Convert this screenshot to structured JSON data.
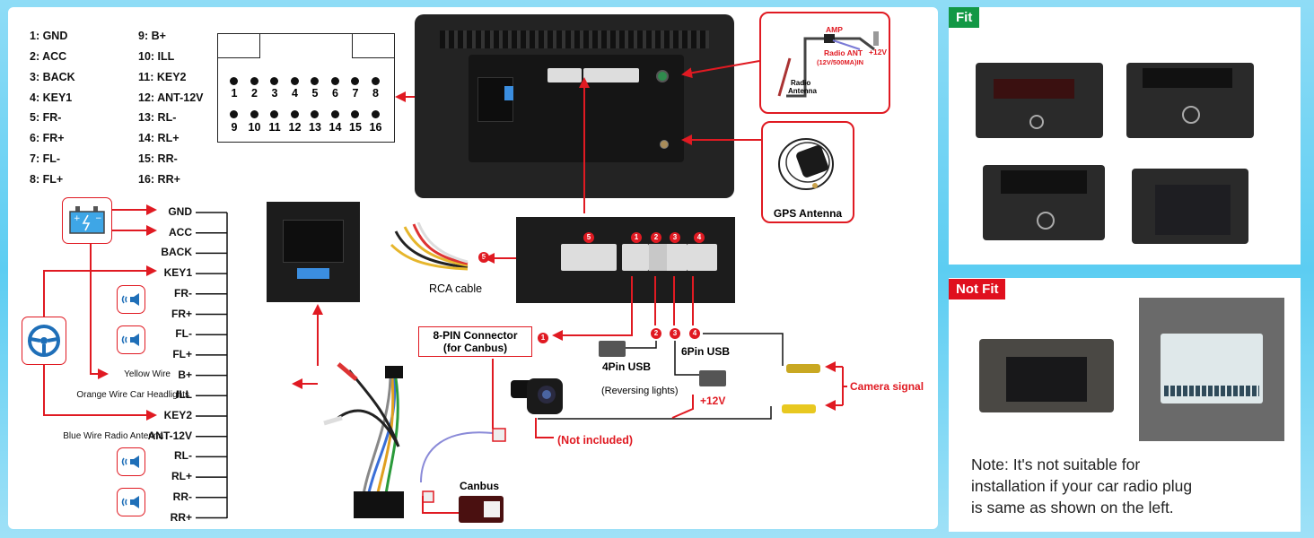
{
  "pinout": {
    "left": [
      "1:  GND",
      "2:  ACC",
      "3:  BACK",
      "4:  KEY1",
      "5:  FR-",
      "6:  FR+",
      "7:  FL-",
      "8:  FL+"
    ],
    "right": [
      "9:   B+",
      "10: ILL",
      "11: KEY2",
      "12: ANT-12V",
      "13: RL-",
      "14: RL+",
      "15: RR-",
      "16: RR+"
    ]
  },
  "connector": {
    "top_row": [
      "1",
      "2",
      "3",
      "4",
      "5",
      "6",
      "7",
      "8"
    ],
    "bottom_row": [
      "9",
      "10",
      "11",
      "12",
      "13",
      "14",
      "15",
      "16"
    ]
  },
  "wiring": {
    "labels": [
      "GND",
      "ACC",
      "BACK",
      "KEY1",
      "FR-",
      "FR+",
      "FL-",
      "FL+",
      "B+",
      "ILL",
      "KEY2",
      "ANT-12V",
      "RL-",
      "RL+",
      "RR-",
      "RR+"
    ],
    "notes": {
      "b_plus": "Yellow Wire",
      "ill": "Orange Wire Car Headlights",
      "ant": "Blue Wire Radio Antenna"
    },
    "icons": {
      "battery": "battery-icon",
      "steering": "steering-wheel-icon",
      "speaker": "speaker-icon"
    }
  },
  "callouts": {
    "radio_antenna": {
      "amp": "AMP",
      "radio_ant": "Radio ANT",
      "radio_ant_spec": "(12V/500MA)IN",
      "plus12": "+12V",
      "antenna_label_1": "Radio",
      "antenna_label_2": "Antenna"
    },
    "gps": "GPS Antenna",
    "rca": "RCA cable",
    "pin8_line1": "8-PIN Connector",
    "pin8_line2": "(for Canbus)",
    "usb4": "4Pin USB",
    "usb6": "6Pin USB",
    "reversing": "(Reversing lights)",
    "plus12v": "+12V",
    "not_included": "(Not included)",
    "camera_signal": "Camera signal",
    "canbus": "Canbus",
    "port_numbers": [
      "5",
      "1",
      "2",
      "3",
      "4"
    ]
  },
  "fit": {
    "badge": "Fit",
    "color": "#129845"
  },
  "not_fit": {
    "badge": "Not Fit",
    "color": "#e0101e",
    "note": "Note: It's not suitable for installation if your car radio plug is same as shown on the left.",
    "note_lines": [
      "Note: It's not suitable for",
      "installation if your car radio plug",
      "is same as shown on the left."
    ]
  },
  "colors": {
    "accent_red": "#e01a22",
    "icon_blue": "#1f6fb8",
    "background": "#5ccdf2"
  }
}
